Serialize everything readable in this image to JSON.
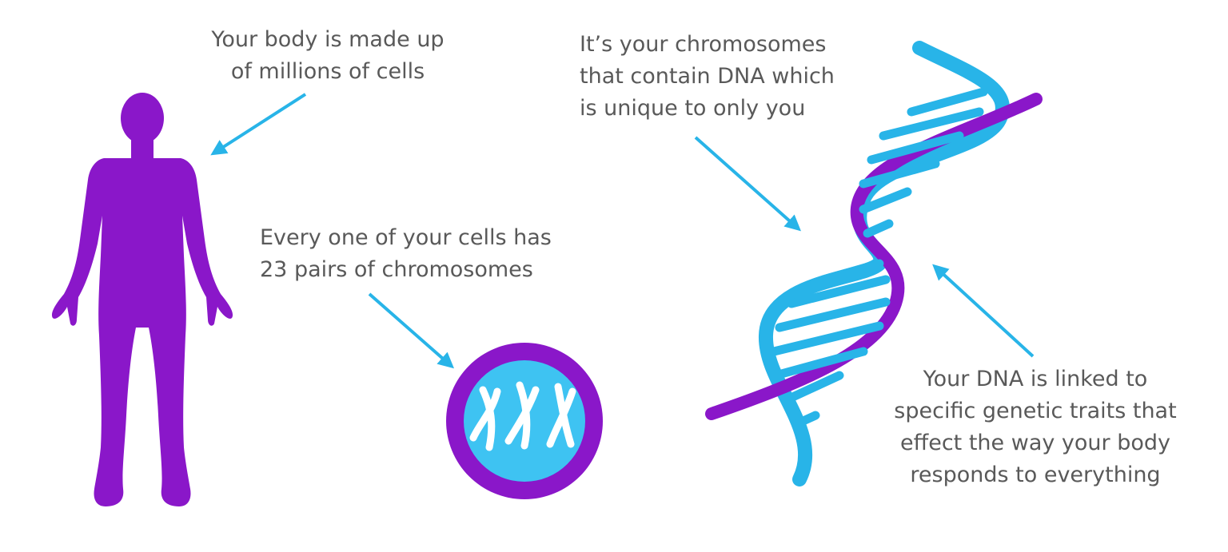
{
  "labels": {
    "body": [
      "Your body is made up",
      "of millions of cells"
    ],
    "cells": [
      "Every one of your cells has",
      "23 pairs of chromosomes"
    ],
    "chromosomes": [
      "It’s your chromosomes",
      "that contain DNA which",
      "is unique to only you"
    ],
    "dna": [
      "Your DNA is linked to",
      "specific genetic traits that",
      "effect the way your body",
      "responds to everything"
    ]
  },
  "icons": {
    "body": "human-silhouette-icon",
    "cell": "cell-with-chromosomes-icon",
    "dna": "dna-double-helix-icon",
    "arrow": "arrow-icon"
  },
  "colors": {
    "purple": "#8a17c9",
    "cyan": "#28b4e8",
    "cell_fill": "#3ec3f2",
    "text": "#595959"
  }
}
